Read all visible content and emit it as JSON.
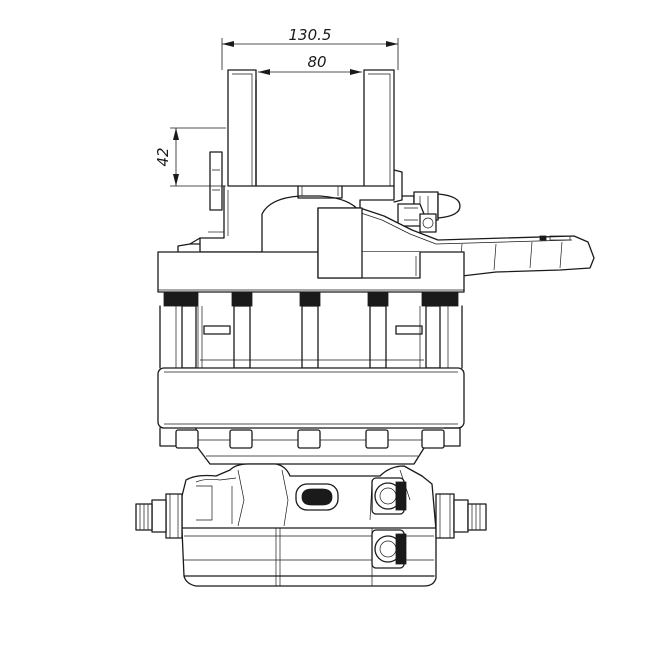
{
  "dimensions": {
    "overall_width": "130.5",
    "inner_width": "80",
    "height": "42"
  },
  "colors": {
    "line": "#1a1a1a",
    "background": "#ffffff"
  }
}
